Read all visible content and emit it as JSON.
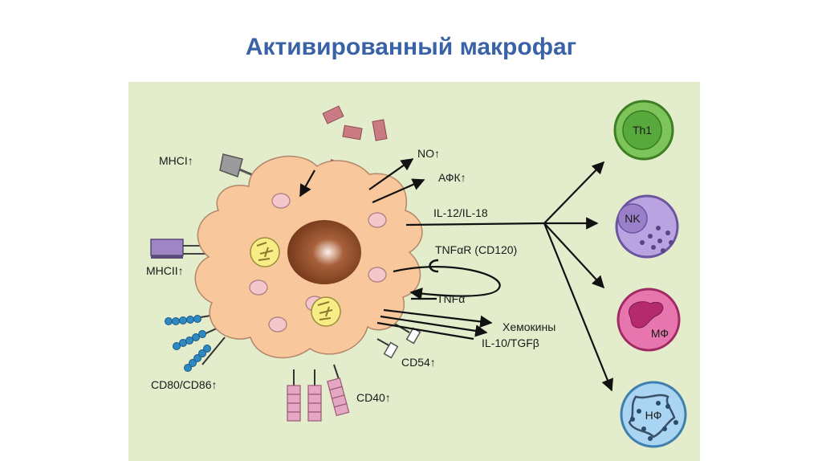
{
  "title": "Активированный макрофаг",
  "colors": {
    "background": "#e3eccb",
    "cell": "#f9c79c",
    "nucleus": "#7a3c1c",
    "vesicle": "#f4c7cc",
    "mitochondria": "#f7ec86",
    "th1": "#58a93c",
    "nk": "#9c7fc9",
    "mf": "#d24a8c",
    "nf": "#8fc4ea",
    "title": "#3a62a6"
  },
  "left_labels": {
    "mhci": "MHCI↑",
    "mhcii": "MHCII↑",
    "cd80": "CD80/CD86↑",
    "cd54": "CD54↑",
    "cd40": "CD40↑"
  },
  "right_labels": {
    "no": "NO↑",
    "afk": "АФК↑",
    "il12": "IL-12/IL-18",
    "tnfar": "TNFαR (CD120)",
    "tnfa": "TNFα",
    "chemokines": "Хемокины",
    "il10": "IL-10/TGFβ"
  },
  "targets": [
    "Th1",
    "NK",
    "МФ",
    "НФ"
  ]
}
